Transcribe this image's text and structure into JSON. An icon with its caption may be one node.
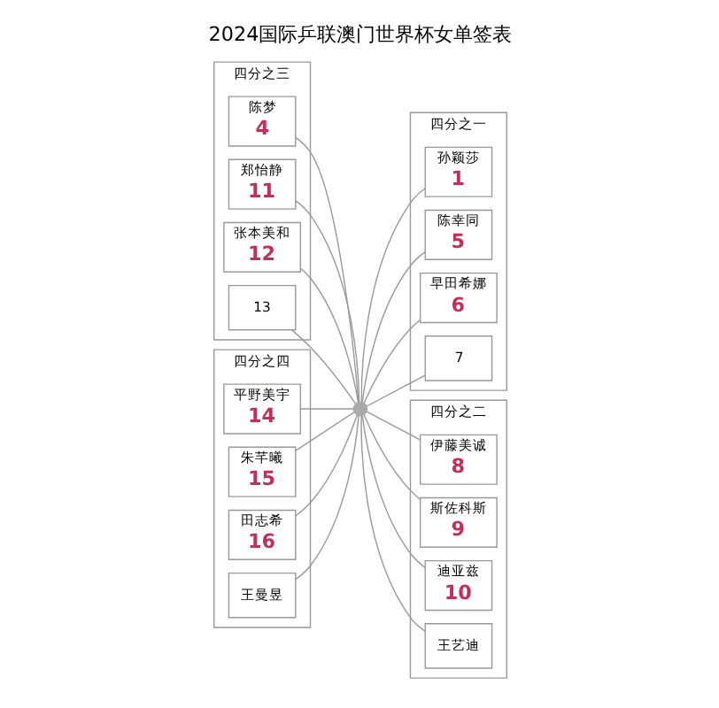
{
  "diagram": {
    "title": "2024国际乒联澳门世界杯女单签表",
    "nodes": [
      {
        "text": [
          "四分之三"
        ]
      },
      {
        "text": [
          "陈梦",
          "4"
        ],
        "in": 0
      },
      {
        "text": [
          "郑怡静",
          "11"
        ],
        "in": 0
      },
      {
        "text": [
          "张本美和",
          "12"
        ],
        "in": 0
      },
      {
        "text": [
          "13"
        ],
        "in": 0
      },
      {
        "text": [
          "四分之一"
        ]
      },
      {
        "text": [
          "孙颖莎",
          "1"
        ],
        "in": 5
      },
      {
        "text": [
          "陈幸同",
          "5"
        ],
        "in": 5
      },
      {
        "text": [
          "早田希娜",
          "6"
        ],
        "in": 5
      },
      {
        "text": [
          "7"
        ],
        "in": 5
      },
      {
        "text": [
          "四分之四"
        ]
      },
      {
        "text": [
          "平野美宇",
          "14"
        ],
        "in": 10
      },
      {
        "text": [
          "朱芊曦",
          "15"
        ],
        "in": 10
      },
      {
        "text": [
          "田志希",
          "16"
        ],
        "in": 10
      },
      {
        "text": [
          "王曼昱"
        ],
        "in": 10
      },
      {
        "text": [
          "四分之二"
        ]
      },
      {
        "text": [
          "伊藤美诚",
          "8"
        ],
        "in": 15
      },
      {
        "text": [
          "斯佐科斯",
          "9"
        ],
        "in": 15
      },
      {
        "text": [
          "迪亚兹",
          "10"
        ],
        "in": 15
      },
      {
        "text": [
          "王艺迪"
        ],
        "in": 15
      },
      {
        "text": [],
        "shape": "circle"
      }
    ],
    "edges": [
      {
        "from": 1,
        "to": 20,
        "arrow": "none"
      },
      {
        "from": 2,
        "to": 20,
        "arrow": "none"
      },
      {
        "from": 3,
        "to": 20,
        "arrow": "none"
      },
      {
        "from": 4,
        "to": 20,
        "arrow": "none"
      },
      {
        "from": 20,
        "to": 6,
        "arrow": "none"
      },
      {
        "from": 20,
        "to": 7,
        "arrow": "none"
      },
      {
        "from": 20,
        "to": 8,
        "arrow": "none"
      },
      {
        "from": 20,
        "to": 9,
        "arrow": "none"
      },
      {
        "from": 11,
        "to": 20,
        "arrow": "none"
      },
      {
        "from": 12,
        "to": 20,
        "arrow": "none"
      },
      {
        "from": 13,
        "to": 20,
        "arrow": "none"
      },
      {
        "from": 14,
        "to": 20,
        "arrow": "none"
      },
      {
        "from": 20,
        "to": 16,
        "arrow": "none"
      },
      {
        "from": 20,
        "to": 17,
        "arrow": "none"
      },
      {
        "from": 20,
        "to": 18,
        "arrow": "none"
      },
      {
        "from": 20,
        "to": 19,
        "arrow": "none"
      }
    ]
  }
}
